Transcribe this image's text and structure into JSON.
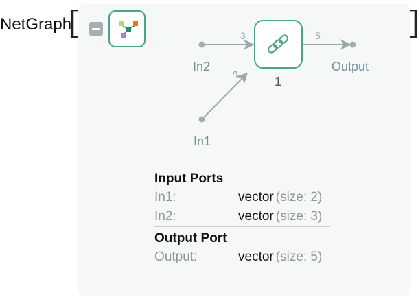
{
  "header": {
    "function_name": "NetGraph",
    "left_bracket": "[",
    "right_bracket": "]"
  },
  "graph": {
    "ports": {
      "in1": "In1",
      "in2": "In2",
      "output": "Output"
    },
    "node": {
      "label": "1",
      "icon": "chain-link-icon"
    },
    "edges": {
      "in1_to_node": "2",
      "in2_to_node": "3",
      "node_to_output": "5"
    }
  },
  "input_ports": {
    "title": "Input Ports",
    "rows": [
      {
        "name": "In1:",
        "type": "vector",
        "size": "(size: 2)"
      },
      {
        "name": "In2:",
        "type": "vector",
        "size": "(size: 3)"
      }
    ]
  },
  "output_port": {
    "title": "Output Port",
    "rows": [
      {
        "name": "Output:",
        "type": "vector",
        "size": "(size: 5)"
      }
    ]
  },
  "colors": {
    "accent": "#4ba38a",
    "edge": "#9ba7a9",
    "panel": "#f6f7f7"
  }
}
